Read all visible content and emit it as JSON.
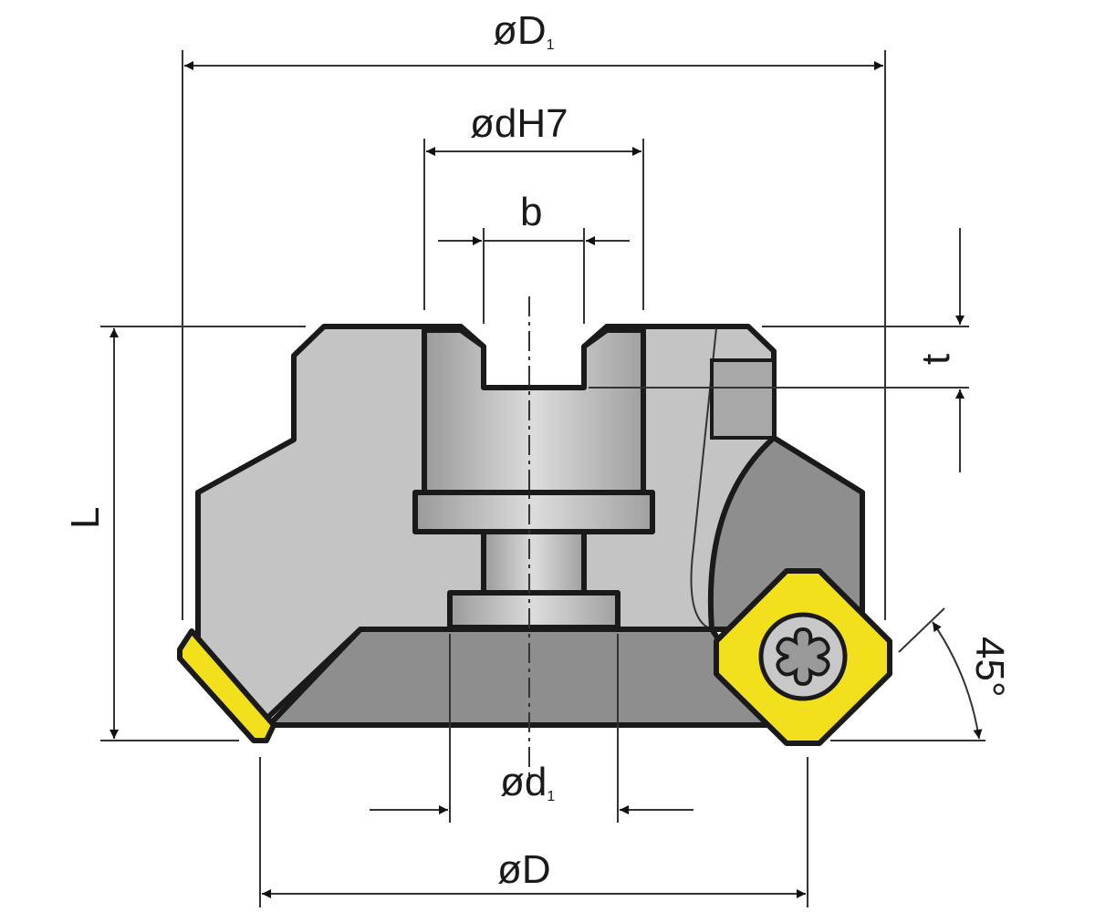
{
  "labels": {
    "outer_diameter": {
      "main": "øD",
      "sub": "1"
    },
    "bore": "ødH7",
    "keyway_width": "b",
    "keyway_depth": "t",
    "length": "L",
    "angle": "45°",
    "hub_diameter": {
      "main": "ød",
      "sub": "1"
    },
    "cutting_diameter": "øD"
  },
  "colors": {
    "body_light": "#c4c4c4",
    "body_dark": "#8e8e8e",
    "insert": "#f2e01c",
    "outline": "#1a1a1a"
  }
}
